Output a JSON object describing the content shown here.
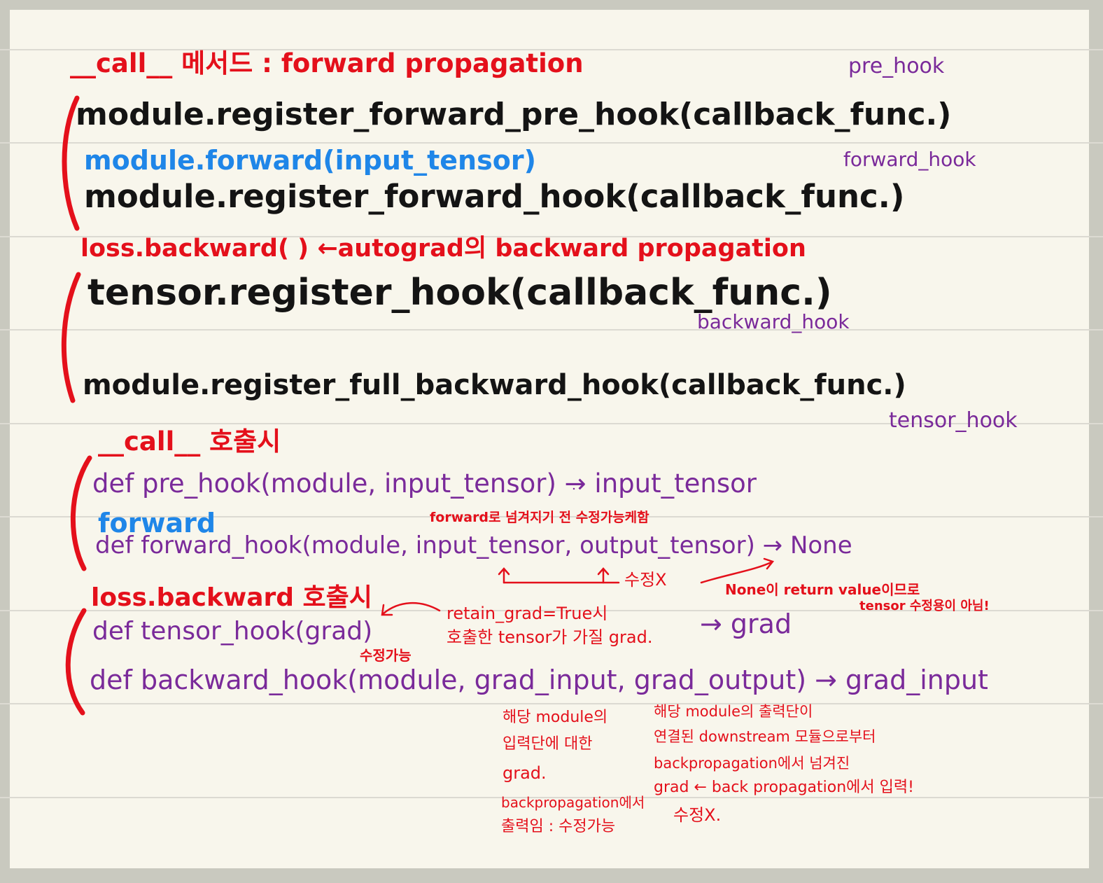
{
  "lines": {
    "h1": "__call__ 메서드 : forward propagation",
    "pre_hook_label": "pre_hook",
    "l1": "module.register_forward_pre_hook(callback_func.)",
    "l2": "module.forward(input_tensor)",
    "forward_hook_label": "forward_hook",
    "l3": "module.register_forward_hook(callback_func.)",
    "h2": "loss.backward( ) ←autograd의 backward propagation",
    "l4": "tensor.register_hook(callback_func.)",
    "backward_hook_label": "backward_hook",
    "l5": "module.register_full_backward_hook(callback_func.)",
    "tensor_hook_label": "tensor_hook",
    "h3": "__call__ 호출시",
    "d1": "def pre_hook(module, input_tensor) → input_tensor",
    "forward_label": "forward",
    "note_forward": "forward로 넘겨지기 전 수정가능케함",
    "d2": "def forward_hook(module, input_tensor, output_tensor) → None",
    "note_no_edit": "수정X",
    "h4": "loss.backward 호출시",
    "note_none_1": "None이 return value이므로",
    "note_none_2": "tensor 수정용이 아님!",
    "note_retain_1": "retain_grad=True시",
    "note_retain_2": "호출한 tensor가 가질 grad.",
    "d3": "def tensor_hook(grad)",
    "d3_ret": "→ grad",
    "note_editable": "수정가능",
    "d4": "def backward_hook(module, grad_input, grad_output) → grad_input",
    "gi_note": [
      "해당 module의",
      "입력단에 대한",
      "grad.",
      "backpropagation에서",
      "출력임 : 수정가능"
    ],
    "go_note": [
      "해당 module의 출력단이",
      "연결된 downstream 모듈으로부터",
      "backpropagation에서 넘겨진",
      "grad ← back propagation에서 입력!",
      "수정X."
    ]
  }
}
